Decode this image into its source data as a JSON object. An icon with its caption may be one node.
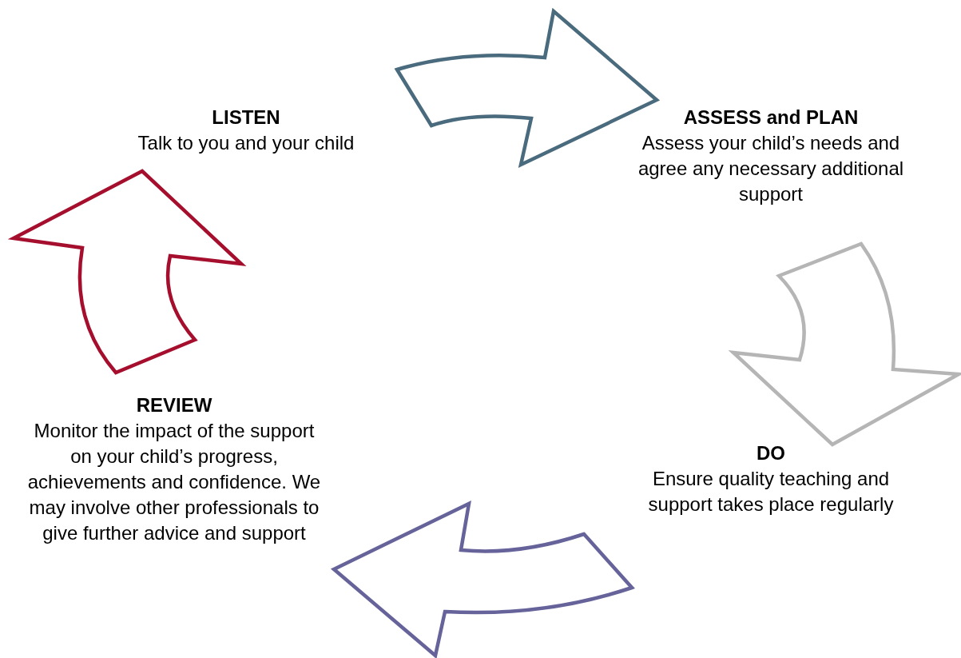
{
  "diagram": {
    "nodes": [
      {
        "text": [
          "LISTEN",
          "Talk to you and your child"
        ]
      },
      {
        "text": [
          "ASSESS and PLAN",
          "Assess your child’s needs and agree any necessary additional support"
        ]
      },
      {
        "text": [
          "DO",
          "Ensure quality teaching and support takes place regularly"
        ]
      },
      {
        "text": [
          "REVIEW",
          "Monitor the impact of the support on your child’s progress, achievements and confidence. We may involve other professionals to give further advice and support"
        ]
      }
    ],
    "edges": [
      {
        "from": 0,
        "to": 1,
        "arrow": "to",
        "color": "#4a6b7d"
      },
      {
        "from": 1,
        "to": 2,
        "arrow": "to",
        "color": "#b5b5b5"
      },
      {
        "from": 2,
        "to": 3,
        "arrow": "to",
        "color": "#66639a"
      },
      {
        "from": 3,
        "to": 0,
        "arrow": "to",
        "color": "#a50f2d"
      }
    ]
  }
}
